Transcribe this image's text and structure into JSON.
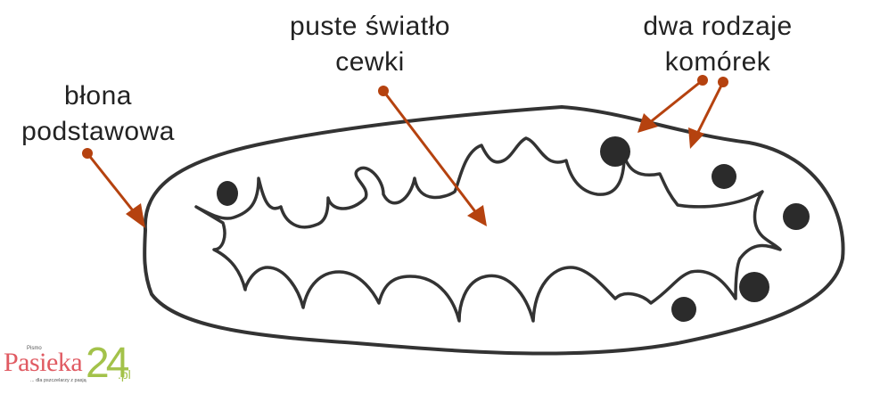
{
  "labels": {
    "lumen": {
      "line1": "puste światło",
      "line2": "cewki"
    },
    "cells": {
      "line1": "dwa rodzaje",
      "line2": "komórek"
    },
    "membrane": {
      "line1": "błona",
      "line2": "podstawowa"
    }
  },
  "logo": {
    "pismo": "Pismo",
    "brand": "Pasieka",
    "number": "24",
    "tld": ".pl",
    "tagline": "... dla pszczelarzy z pasją"
  },
  "colors": {
    "arrow": "#b5420f",
    "outline": "#333333",
    "nucleus": "#2b2b2b",
    "logo_red": "#e05a62",
    "logo_green": "#a3c24a"
  }
}
